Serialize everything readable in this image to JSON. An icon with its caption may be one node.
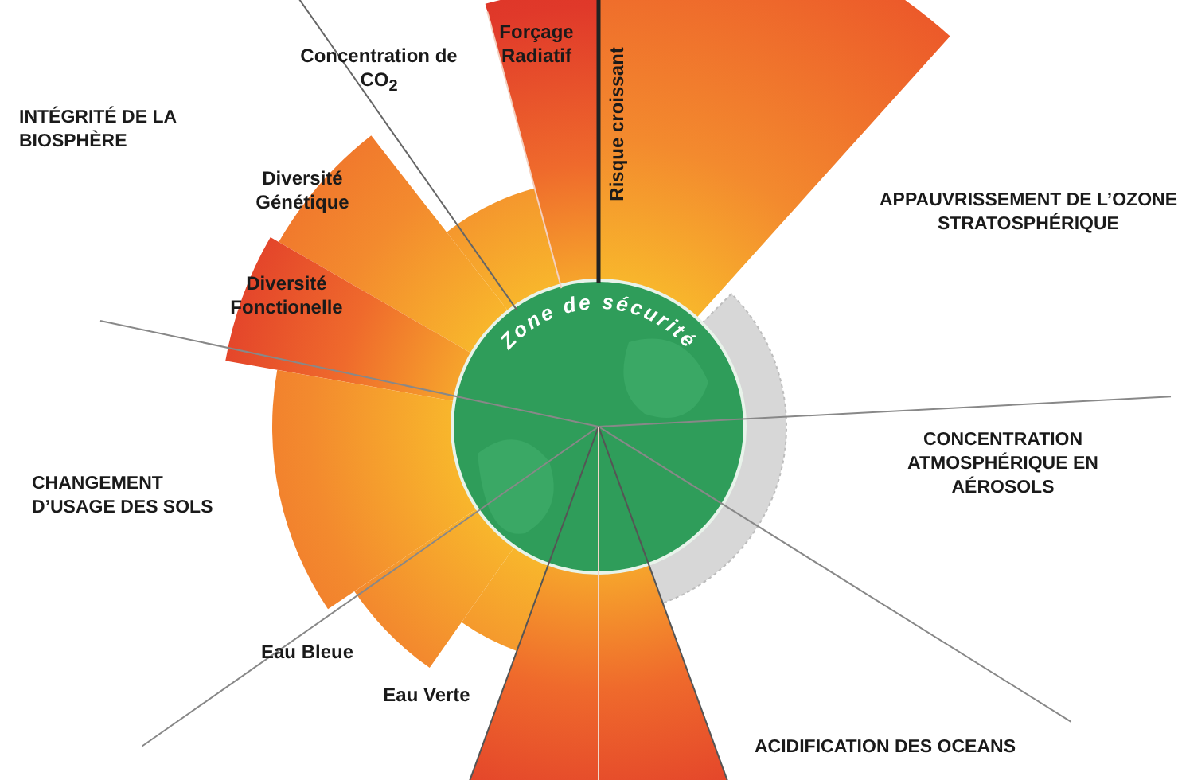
{
  "diagram": {
    "labels": [
      "Concentration de CO$_{2}$",
      "Forçage Radiatif",
      "INTÉGRITÉ DE LA BIOSPHÈRE",
      "Risque croissant",
      "Diversité Génétique",
      "APPAUVRISSEMENT DE L’OZONE STRATOSPHÉRIQUE",
      "Diversité Fonctionelle",
      "Zone de sécurité",
      "CONCENTRATION ATMOSPHÉRIQUE EN AÉROSOLS",
      "CHANGEMENT D’USAGE DES SOLS",
      "Eau Bleue",
      "Eau Verte",
      "ACIDIFICATION DES OCEANS"
    ]
  }
}
